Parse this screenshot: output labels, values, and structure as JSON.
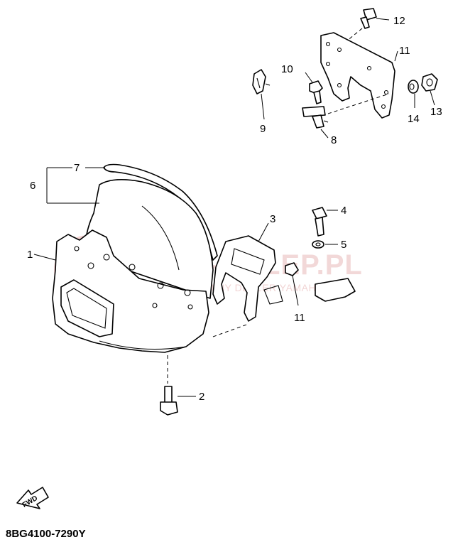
{
  "callouts": {
    "c1": "1",
    "c2": "2",
    "c3": "3",
    "c4": "4",
    "c5": "5",
    "c6": "6",
    "c7": "7",
    "c8": "8",
    "c9": "9",
    "c10": "10",
    "c11a": "11",
    "c11b": "11",
    "c12": "12",
    "c13": "13",
    "c14": "14"
  },
  "watermark": {
    "main": "YAMA-SKLEP.PL",
    "sub": "OFICJALNY DEALER YAMAHA"
  },
  "fwd_label": "FWD",
  "diagram_code": "8BG4100-7290Y",
  "colors": {
    "watermark": "#e8b8b8",
    "ink": "#000000"
  }
}
